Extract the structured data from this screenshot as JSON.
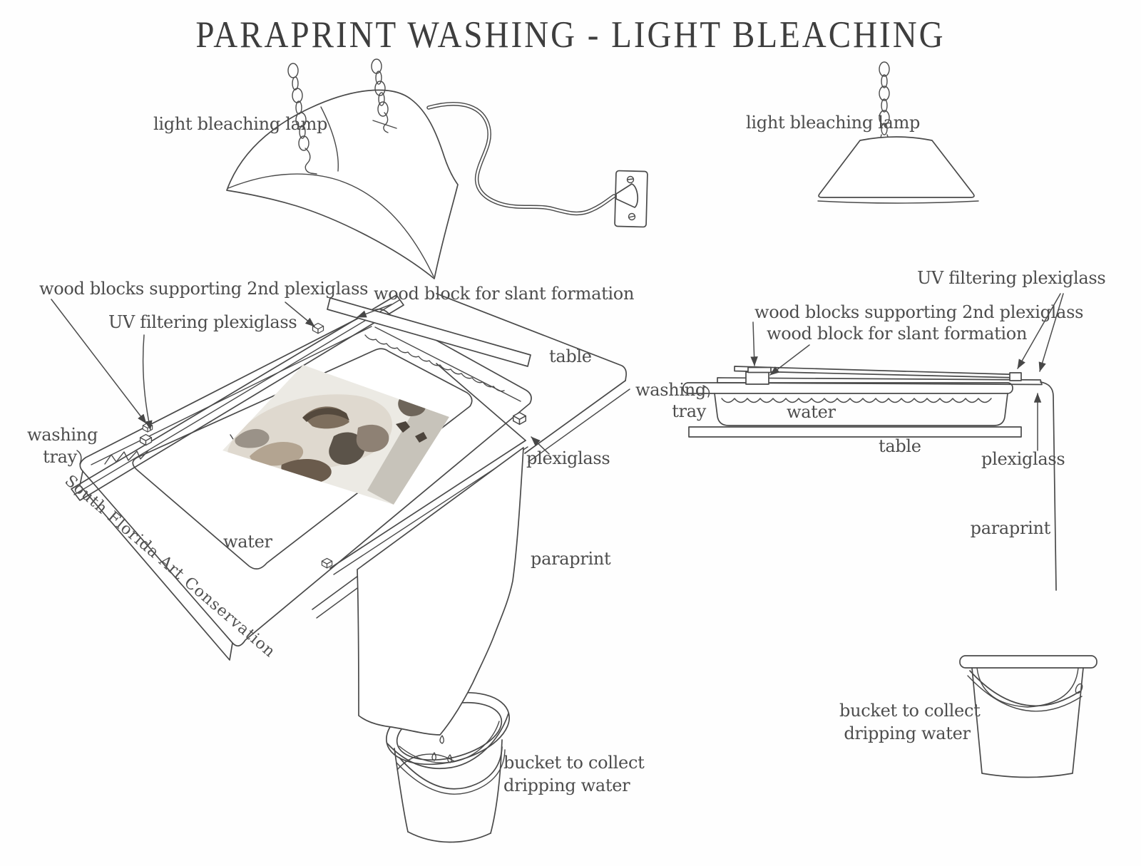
{
  "title": "PARAPRINT WASHING - LIGHT BLEACHING",
  "colors": {
    "ink": "#4a4a4a",
    "background": "#ffffff",
    "art_palette": [
      "#dfd9cf",
      "#c7c3ba",
      "#7d6e5d",
      "#5b5349",
      "#8e8174",
      "#b3a491",
      "#6a5b4c"
    ]
  },
  "views": {
    "perspective": {
      "labels": {
        "lamp": "light bleaching lamp",
        "wood_blocks": "wood blocks supporting 2nd plexiglass",
        "uv_plexiglass": "UV filtering plexiglass",
        "slant_block": "wood block for slant formation",
        "table": "table",
        "washing_line1": "washing",
        "washing_line2": "tray",
        "plexiglass": "plexiglass",
        "water": "water",
        "paraprint": "paraprint",
        "bucket_line1": "bucket to collect",
        "bucket_line2": "dripping water",
        "tray_brand": "South Florida Art Conservation"
      }
    },
    "side": {
      "labels": {
        "lamp": "light bleaching lamp",
        "uv_plexiglass": "UV filtering plexiglass",
        "wood_blocks": "wood blocks supporting 2nd plexiglass",
        "slant_block": "wood block for slant formation",
        "washing_line1": "washing",
        "washing_line2": "tray",
        "water": "water",
        "table": "table",
        "plexiglass": "plexiglass",
        "paraprint": "paraprint",
        "bucket_line1": "bucket to collect",
        "bucket_line2": "dripping water"
      }
    }
  }
}
